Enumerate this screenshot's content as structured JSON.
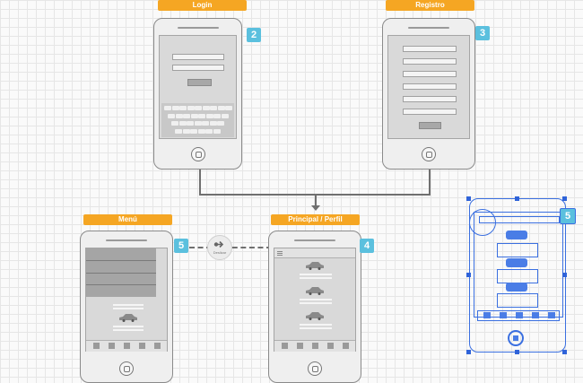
{
  "screens": [
    {
      "id": "login",
      "label": "Login",
      "number": "2"
    },
    {
      "id": "registro",
      "label": "Registro",
      "number": "3"
    },
    {
      "id": "menu",
      "label": "Menú",
      "number": "5"
    },
    {
      "id": "principal",
      "label": "Principal / Perfil",
      "number": "4"
    },
    {
      "id": "selected",
      "number": "5"
    }
  ],
  "connector_icon": {
    "label": "Deslizar",
    "name": "swipe-icon"
  },
  "colors": {
    "tag": "#f5a623",
    "badge": "#5bc0de",
    "selection": "#3a6fe0",
    "connector": "#707070"
  }
}
